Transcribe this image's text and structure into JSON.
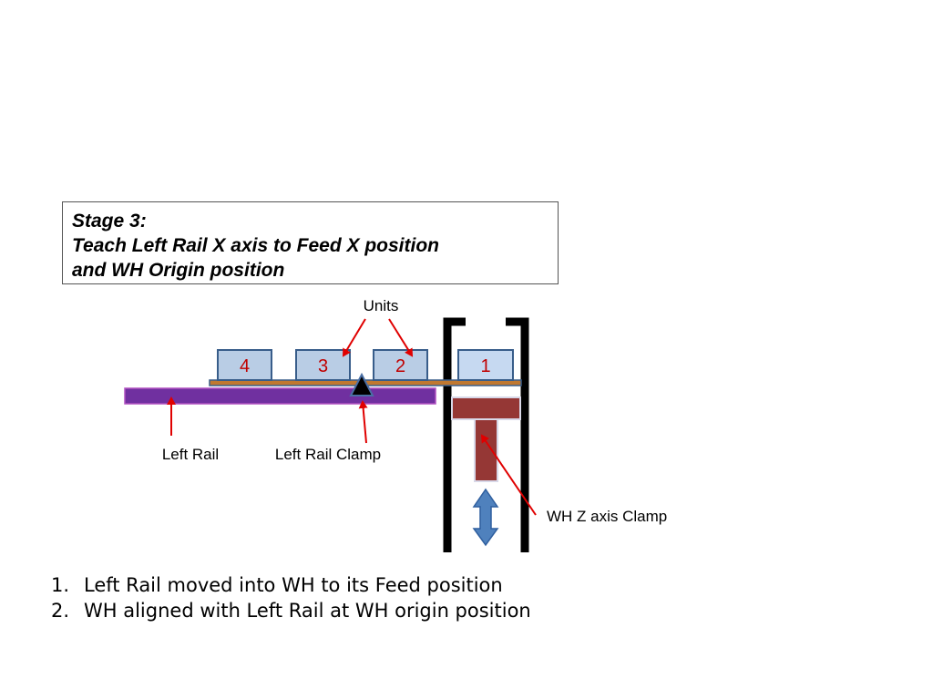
{
  "title": {
    "lines": [
      "Stage 3:",
      "Teach Left Rail X axis to Feed X position",
      "and WH Origin position"
    ]
  },
  "labels": {
    "units": "Units",
    "left_rail": "Left Rail",
    "left_rail_clamp": "Left Rail Clamp",
    "wh_z_axis_clamp": "WH Z axis Clamp"
  },
  "units": [
    {
      "number": "4"
    },
    {
      "number": "3"
    },
    {
      "number": "2"
    },
    {
      "number": "1"
    }
  ],
  "steps": [
    {
      "number": "1.",
      "text": "Left Rail moved into WH to its Feed position"
    },
    {
      "number": "2.",
      "text": "WH aligned with Left Rail at WH origin position"
    }
  ],
  "colors": {
    "unit_fill": "#b9cde5",
    "unit_border": "#385d8a",
    "unit_number": "#c00000",
    "left_rail": "#7030a0",
    "carrier_plate": "#c07830",
    "wh_frame": "#000000",
    "clamp": "#953735",
    "arrow": "#e00000",
    "z_arrow": "#4f81bd"
  }
}
